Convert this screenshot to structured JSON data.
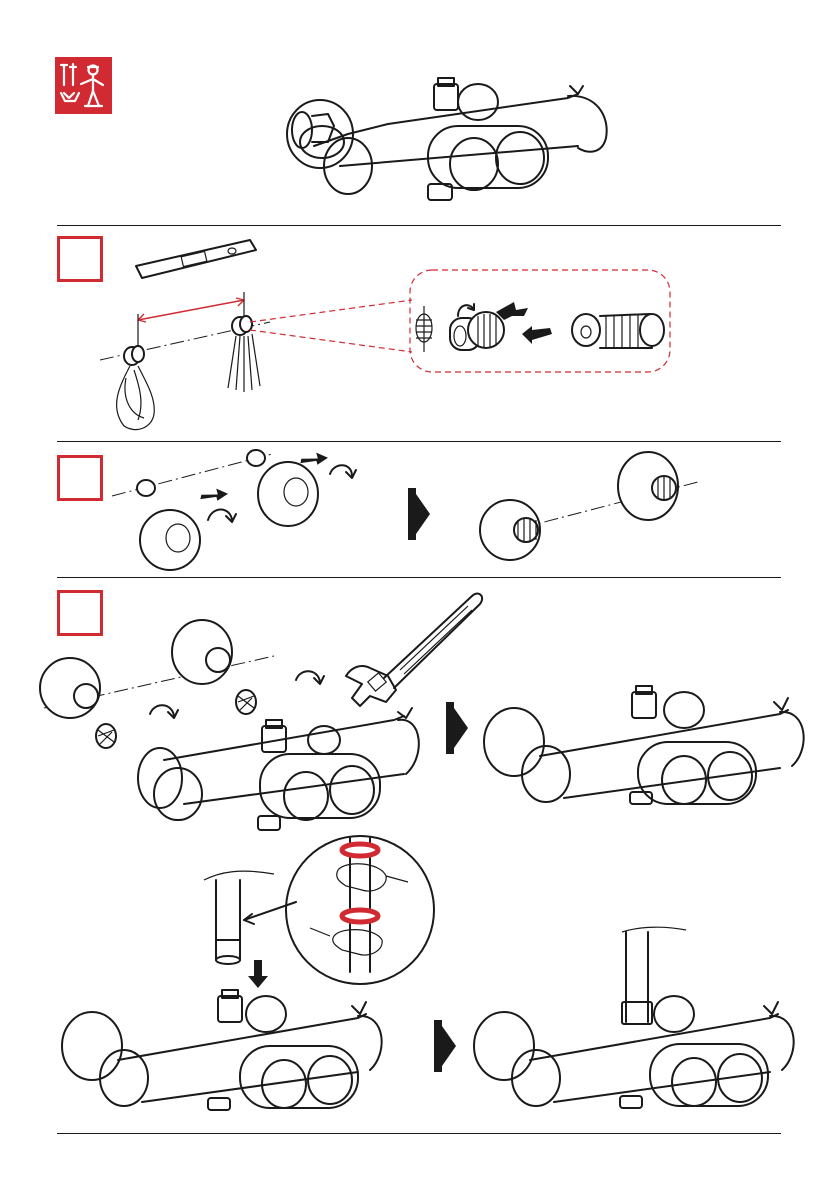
{
  "document": {
    "header_icon": "installation-tools-worker-icon",
    "accent_color": "#d12a32",
    "line_color": "#1a1a1a",
    "steps": [
      {
        "icon": "step-box",
        "figures": [
          "spirit-level-icon",
          "wall-connector-icon",
          "thread-seal-icon"
        ]
      },
      {
        "icon": "step-box",
        "figures": [
          "wall-connector-icon",
          "cover-plate-icon",
          "rotate-arrow-icon"
        ]
      },
      {
        "icon": "step-box",
        "figures": [
          "adjustable-wrench-icon",
          "filter-icon",
          "mixer-body-icon",
          "riser-pipe-icon"
        ]
      }
    ]
  }
}
